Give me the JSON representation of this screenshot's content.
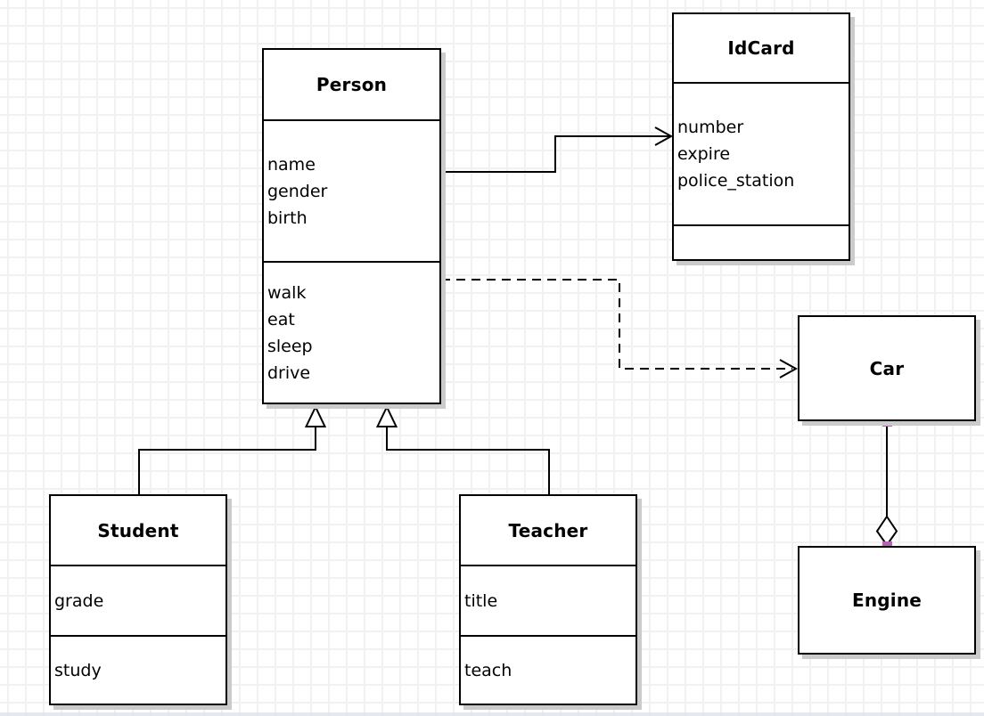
{
  "classes": {
    "person": {
      "name": "Person",
      "attributes": [
        "name",
        "gender",
        "birth"
      ],
      "methods": [
        "walk",
        "eat",
        "sleep",
        "drive"
      ]
    },
    "idcard": {
      "name": "IdCard",
      "attributes": [
        "number",
        "expire",
        "police_station"
      ],
      "methods": []
    },
    "car": {
      "name": "Car",
      "attributes": [],
      "methods": []
    },
    "engine": {
      "name": "Engine",
      "attributes": [],
      "methods": []
    },
    "student": {
      "name": "Student",
      "attributes": [
        "grade"
      ],
      "methods": [
        "study"
      ]
    },
    "teacher": {
      "name": "Teacher",
      "attributes": [
        "title"
      ],
      "methods": [
        "teach"
      ]
    }
  },
  "relationships": [
    {
      "from": "Person",
      "to": "IdCard",
      "type": "association",
      "line": "solid",
      "arrow": "open"
    },
    {
      "from": "Person",
      "to": "Car",
      "type": "dependency",
      "line": "dashed",
      "arrow": "open"
    },
    {
      "from": "Student",
      "to": "Person",
      "type": "generalization",
      "line": "solid",
      "arrow": "hollow-triangle"
    },
    {
      "from": "Teacher",
      "to": "Person",
      "type": "generalization",
      "line": "solid",
      "arrow": "hollow-triangle"
    },
    {
      "from": "Car",
      "to": "Engine",
      "type": "aggregation",
      "line": "solid",
      "arrow": "hollow-diamond"
    }
  ],
  "colors": {
    "box_border": "#000000",
    "box_fill": "#ffffff",
    "shadow": "#cbcbcb",
    "grid_line": "#f1f1f3",
    "background": "#ffffff",
    "endpoint_marker": "#b564b5"
  }
}
